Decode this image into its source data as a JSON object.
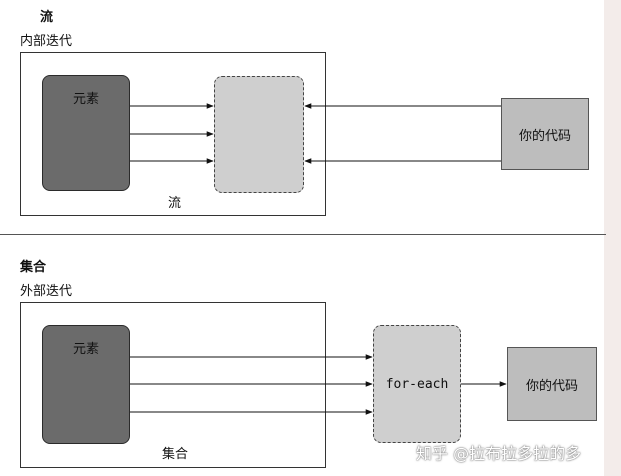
{
  "stream_section": {
    "title": "流",
    "subtitle": "内部迭代",
    "element_label": "元素",
    "container_label": "流",
    "your_code_label": "你的代码"
  },
  "collection_section": {
    "title": "集合",
    "subtitle": "外部迭代",
    "element_label": "元素",
    "container_label": "集合",
    "for_each_label": "for-each",
    "your_code_label": "你的代码"
  },
  "watermark": "知乎 @拉布拉多拉的多",
  "colors": {
    "element_fill": "#6b6b6b",
    "dashed_fill": "#cfcfcf",
    "code_fill": "#bdbdbd"
  }
}
